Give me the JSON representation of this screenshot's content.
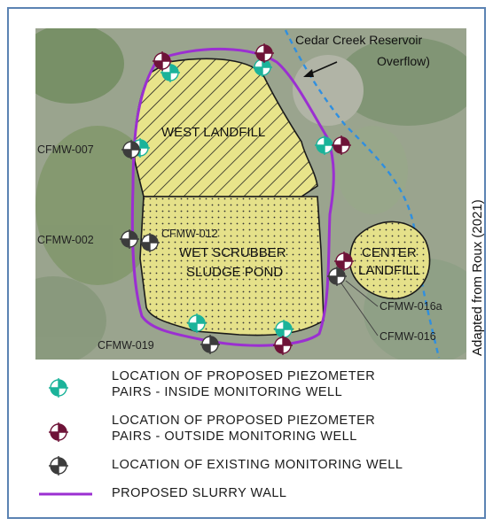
{
  "map": {
    "water_label": "Cedar Creek Reservoir\nOverflow)",
    "areas": {
      "west_landfill": "WEST LANDFILL",
      "scrubber_line1": "WET SCRUBBER",
      "scrubber_line2": "SLUDGE POND",
      "center_line1": "CENTER",
      "center_line2": "LANDFILL"
    },
    "wells": {
      "cfmw_007": "CFMW-007",
      "cfmw_002": "CFMW-002",
      "cfmw_012": "CFMW-012",
      "cfmw_019": "CFMW-019",
      "cfmw_016a": "CFMW-016a",
      "cfmw_016": "CFMW-016"
    },
    "credit": "Adapted from Roux (2021)",
    "colors": {
      "landfill_fill": "#e8e48a",
      "slurry_wall": "#9b2fd1",
      "inside_well": "#1bb39a",
      "outside_well": "#6e1338",
      "existing_well": "#3c3c3c",
      "water_line": "#2f8fe0"
    }
  },
  "legend": {
    "inside": "LOCATION OF PROPOSED PIEZOMETER\nPAIRS - INSIDE MONITORING WELL",
    "outside": "LOCATION OF PROPOSED PIEZOMETER\nPAIRS - OUTSIDE MONITORING WELL",
    "existing": "LOCATION OF EXISTING MONITORING WELL",
    "wall": "PROPOSED SLURRY WALL"
  }
}
